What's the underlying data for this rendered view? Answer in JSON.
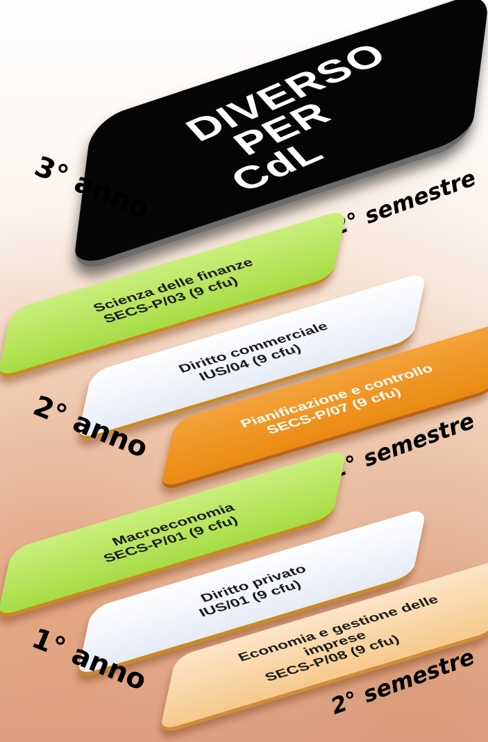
{
  "top_block": {
    "lines": [
      "DIVERSO",
      "PER",
      "CdL"
    ]
  },
  "year3": {
    "label": "3° anno",
    "semester": "2° semestre"
  },
  "year2": {
    "label": "2° anno",
    "semester": "2° semestre",
    "courses": [
      {
        "name": "Scienza delle finanze",
        "code": "SECS-P/03 (9 cfu)"
      },
      {
        "name": "Diritto commerciale",
        "code": "IUS/04 (9 cfu)"
      },
      {
        "name": "Pianificazione e controllo",
        "code": "SECS-P/07 (9 cfu)"
      }
    ]
  },
  "year1": {
    "label": "1° anno",
    "semester": "2° semestre",
    "courses": [
      {
        "name": "Macroeconomia",
        "code": "SECS-P/01 (9 cfu)"
      },
      {
        "name": "Diritto privato",
        "code": "IUS/01 (9 cfu)"
      },
      {
        "name_line1": "Economia e gestione delle",
        "name_line2": "imprese",
        "code": "SECS-P/08 (9 cfu)"
      }
    ]
  },
  "colors": {
    "green": "#a7dc45",
    "white": "#eef1f8",
    "orange": "#ea8a12",
    "peach": "#f8d3a3",
    "black": "#050505",
    "base_edge": "#c98a22"
  }
}
